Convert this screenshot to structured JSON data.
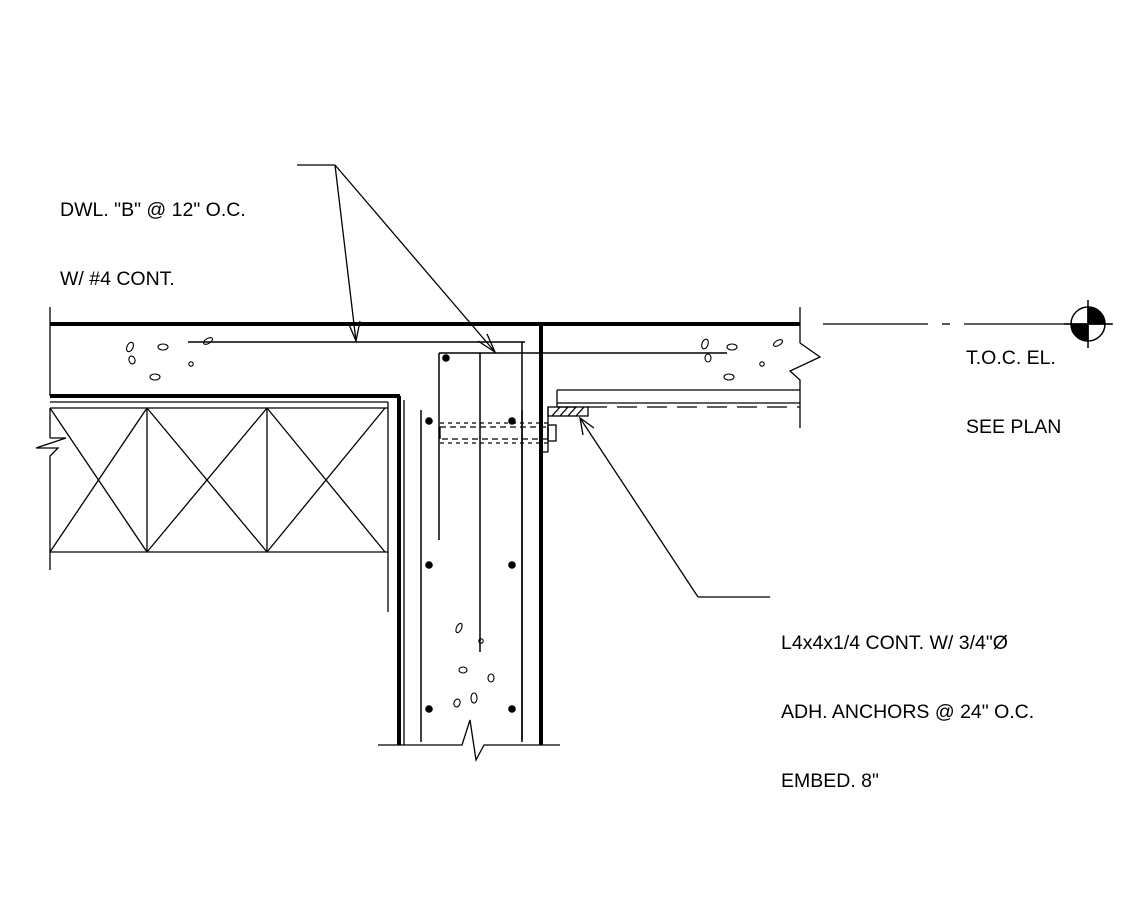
{
  "notes": {
    "dowel": {
      "line1": "DWL. \"B\" @ 12\" O.C.",
      "line2": "W/ #4 CONT."
    },
    "angle": {
      "line1": "L4x4x1/4 CONT. W/ 3/4\"Ø",
      "line2": "ADH. ANCHORS @ 24\" O.C.",
      "line3": "EMBED. 8\""
    },
    "elevation": {
      "line1": "T.O.C. EL.",
      "line2": "SEE PLAN"
    }
  }
}
